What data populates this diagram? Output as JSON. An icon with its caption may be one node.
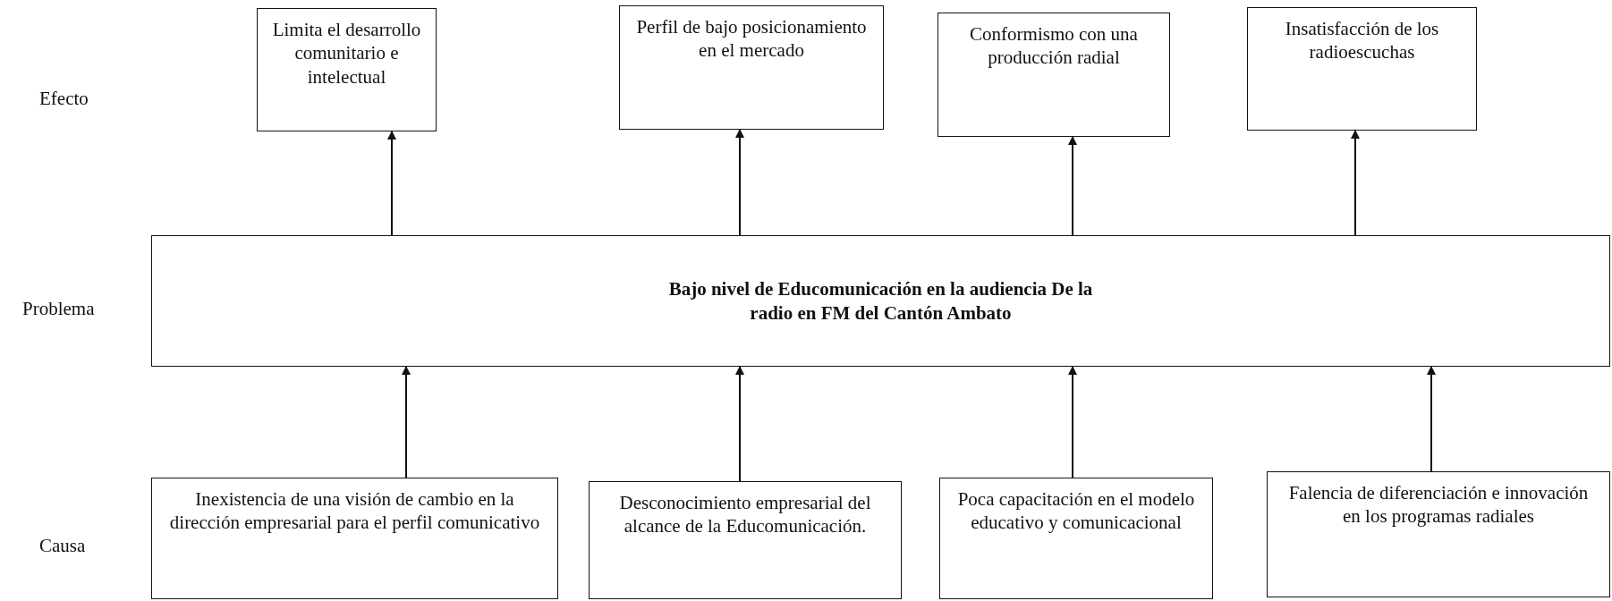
{
  "diagram": {
    "nodes": [
      {
        "text": [
          "Limita el desarrollo comunitario e intelectual"
        ]
      },
      {
        "text": [
          "Perfil de bajo posicionamiento en el mercado"
        ]
      },
      {
        "text": [
          "Conformismo con una producción radial"
        ]
      },
      {
        "text": [
          "Insatisfacción de los radioescuchas"
        ]
      },
      {
        "text": [
          "Bajo nivel de Educomunicación en la audiencia De la radio en FM del Cantón Ambato"
        ]
      },
      {
        "text": [
          "Inexistencia de una visión de cambio en la dirección empresarial para el perfil comunicativo"
        ]
      },
      {
        "text": [
          "Desconocimiento empresarial del alcance de la Educomunicación."
        ]
      },
      {
        "text": [
          "Poca capacitación en el modelo educativo y comunicacional"
        ]
      },
      {
        "text": [
          "Falencia de diferenciación e innovación en los programas radiales"
        ]
      }
    ],
    "edges": [
      {
        "from": 4,
        "to": 0,
        "arrow": "to"
      },
      {
        "from": 4,
        "to": 1,
        "arrow": "to"
      },
      {
        "from": 4,
        "to": 2,
        "arrow": "to"
      },
      {
        "from": 4,
        "to": 3,
        "arrow": "to"
      },
      {
        "from": 5,
        "to": 4,
        "arrow": "to"
      },
      {
        "from": 6,
        "to": 4,
        "arrow": "to"
      },
      {
        "from": 7,
        "to": 4,
        "arrow": "to"
      },
      {
        "from": 8,
        "to": 4,
        "arrow": "to"
      }
    ],
    "labels": [
      "Efecto",
      "Problema",
      "Causa"
    ]
  }
}
